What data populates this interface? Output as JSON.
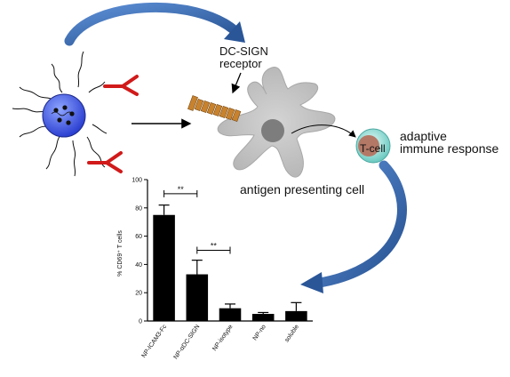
{
  "colors": {
    "arrow_blue": "#3f6fb5",
    "arrow_blue_dark": "#1e3f7a",
    "nanoparticle": "#3d5fe0",
    "antibody": "#d11a1a",
    "cell_gray": "#bdbdbd",
    "nucleus": "#808080",
    "receptor": "#c8822e",
    "tcell_teal": "#8fd6d0",
    "tcell_nucleus": "#b77a6a",
    "bar": "#000000"
  },
  "labels": {
    "receptor_line1": "DC-SIGN",
    "receptor_line2": "receptor",
    "adaptive_line1": "adaptive",
    "adaptive_line2": "immune response",
    "tcell": "T-cell",
    "apc": "antigen presenting cell"
  },
  "chart_data": {
    "type": "bar",
    "ylabel": "% CD69⁺ T cells",
    "ylim": [
      0,
      100
    ],
    "yticks": [
      "0",
      "20",
      "40",
      "60",
      "80",
      "100"
    ],
    "categories": [
      "NP-ICAM3-Fc",
      "NP-αDC-SIGN",
      "NP-isotype",
      "NP-no",
      "soluble"
    ],
    "values": [
      75,
      33,
      9,
      5,
      7
    ],
    "errors": [
      7,
      10,
      3,
      1,
      6
    ],
    "significance": [
      {
        "from": 0,
        "to": 1,
        "label": "**",
        "y": 90
      },
      {
        "from": 1,
        "to": 2,
        "label": "**",
        "y": 50
      }
    ]
  }
}
